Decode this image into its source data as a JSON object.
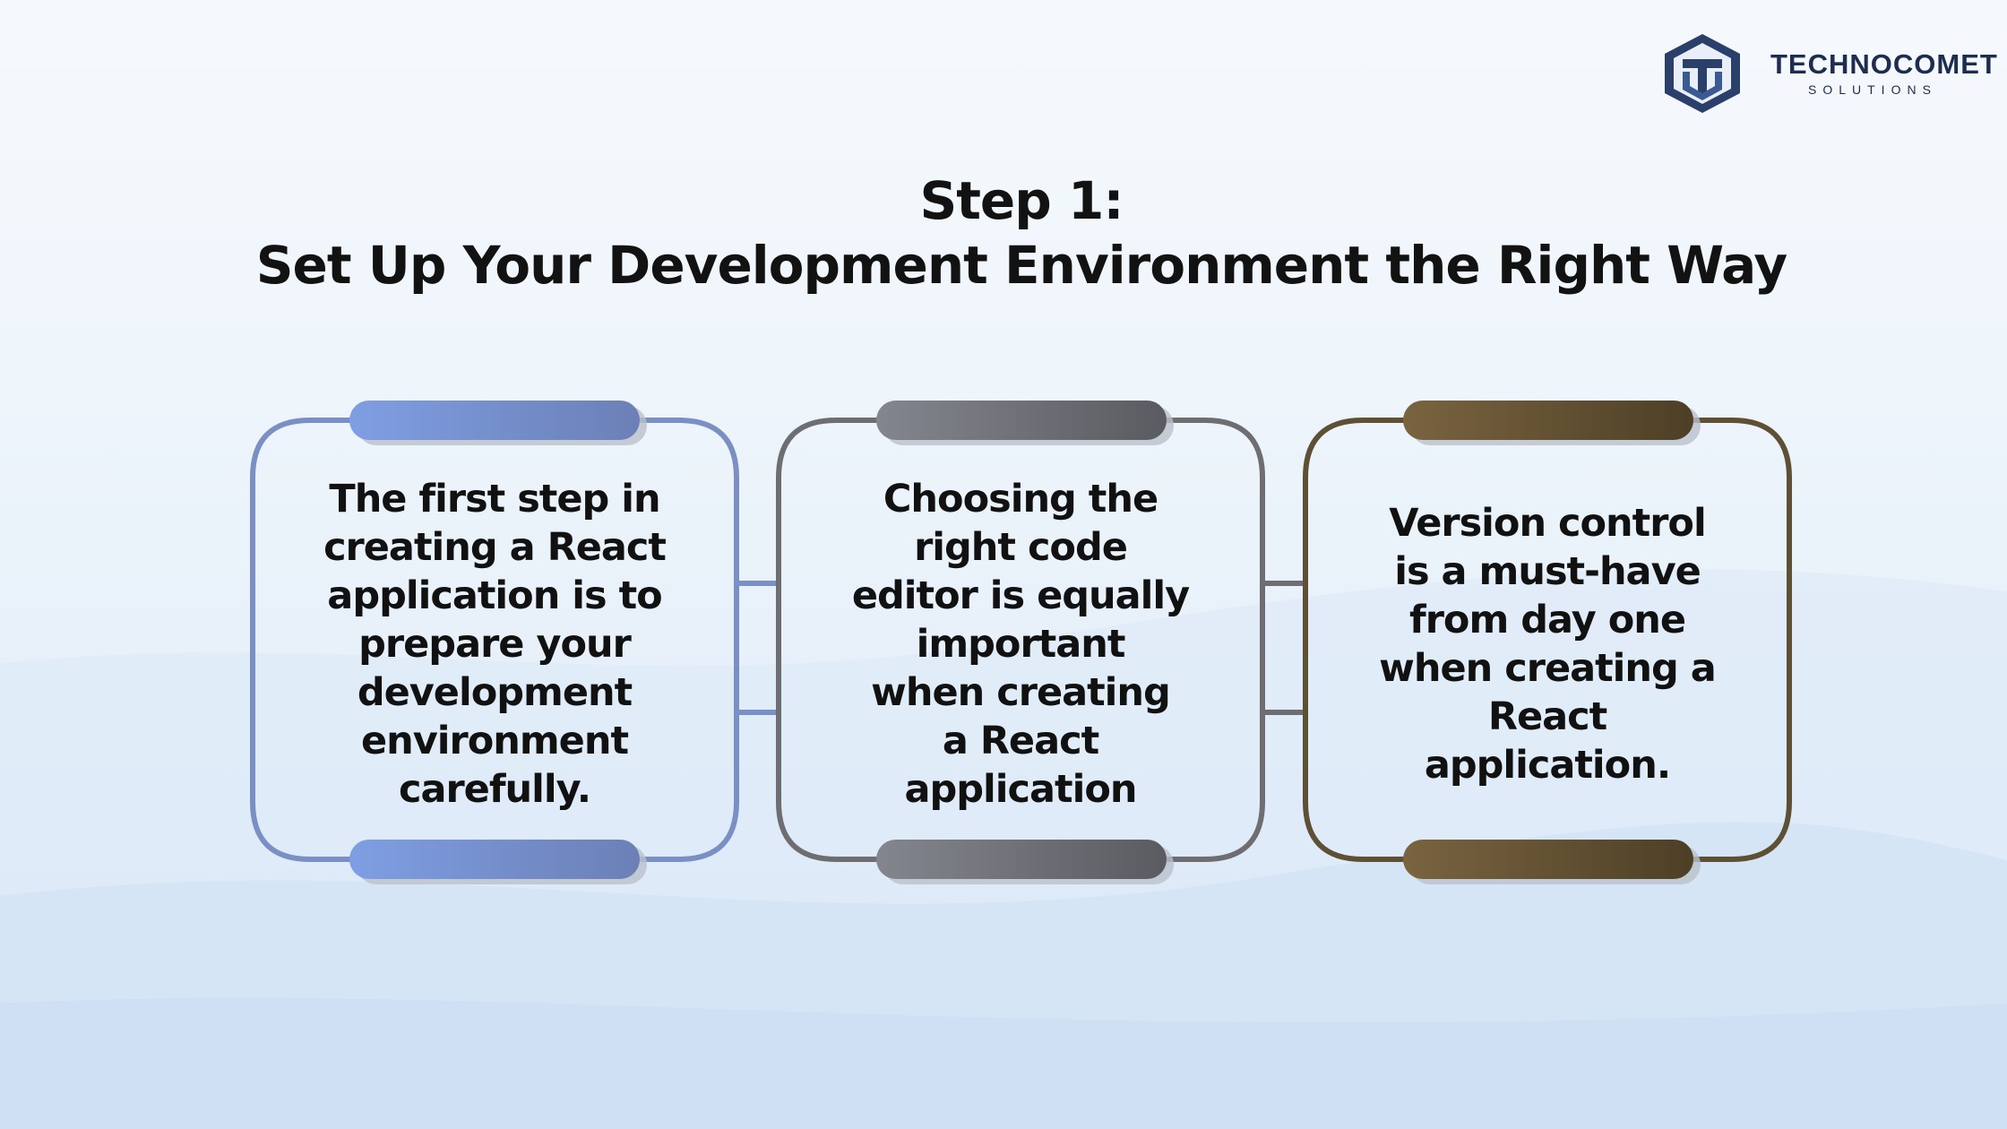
{
  "brand": {
    "name": "TECHNOCOMET",
    "tagline": "SOLUTIONS",
    "colors": {
      "primary": "#1d2d4f",
      "mark_light": "#2f4f8a"
    }
  },
  "title": {
    "line1": "Step 1:",
    "line2": "Set Up Your Development Environment the Right Way"
  },
  "steps": [
    {
      "lines": [
        "The first step in",
        "creating a React",
        "application is to",
        "prepare your",
        "development",
        "environment",
        "carefully."
      ],
      "color_start": "#7f9ee3",
      "color_end": "#6b80b6",
      "border_color": "#7a90c4"
    },
    {
      "lines": [
        "Choosing the",
        "right code",
        "editor is equally",
        "important",
        "when creating",
        "a React",
        "application"
      ],
      "color_start": "#84868f",
      "color_end": "#5a5b60",
      "border_color": "#6d6d72"
    },
    {
      "lines": [
        "Version control",
        "is a must-have",
        "from day one",
        "when creating a",
        "React",
        "application."
      ],
      "color_start": "#7a6440",
      "color_end": "#4d3f26",
      "border_color": "#5e5035"
    }
  ]
}
